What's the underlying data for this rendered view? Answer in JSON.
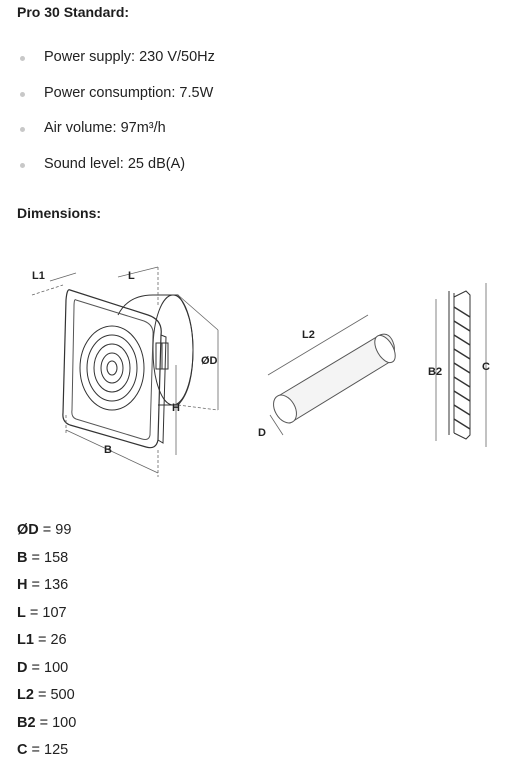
{
  "product_heading": "Pro 30 Standard:",
  "specs": [
    {
      "label": "Power supply:",
      "value": "230 V/50Hz"
    },
    {
      "label": "Power consumption:",
      "value": "7.5W"
    },
    {
      "label": "Air volume:",
      "value": "97m³/h"
    },
    {
      "label": "Sound level:",
      "value": "25 dB(A)"
    }
  ],
  "dimensions_heading": "Dimensions:",
  "diagram_labels": {
    "l1": "L1",
    "l": "L",
    "od": "ØD",
    "h": "H",
    "b": "B",
    "l2": "L2",
    "d": "D",
    "b2": "B2",
    "c": "C"
  },
  "dimensions": [
    {
      "key": "ØD",
      "value": "99"
    },
    {
      "key": "B",
      "value": "158"
    },
    {
      "key": "H",
      "value": "136"
    },
    {
      "key": "L",
      "value": "107"
    },
    {
      "key": "L1",
      "value": "26"
    },
    {
      "key": "D",
      "value": "100"
    },
    {
      "key": "L2",
      "value": "500"
    },
    {
      "key": "B2",
      "value": "100"
    },
    {
      "key": "C",
      "value": "125"
    }
  ]
}
